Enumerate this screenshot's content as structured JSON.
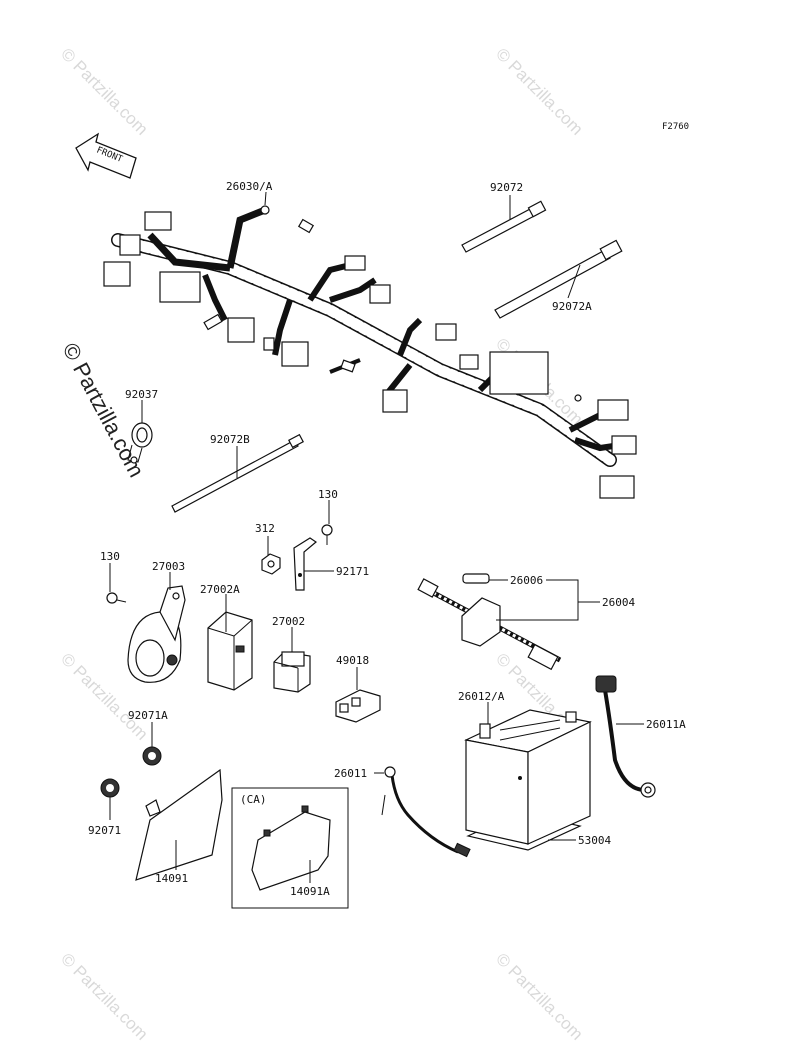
{
  "figure_code": "F2760",
  "front_label": "FRONT",
  "watermark": "© Partzilla.com",
  "group_label": "(CA)",
  "callouts": {
    "harness": "26030/A",
    "band": "92072",
    "band_a": "92072A",
    "clamp": "92037",
    "band_b": "92072B",
    "bolt_top": "130",
    "nut": "312",
    "bracket": "92171",
    "bolt_left": "130",
    "horn": "27003",
    "relay_a": "27002A",
    "relay": "27002",
    "connector": "49018",
    "fuse": "26006",
    "fuse_holder": "26004",
    "battery": "26012/A",
    "battery_cable_pos": "26011A",
    "battery_cable": "26011",
    "battery_pad": "53004",
    "grommet_a": "92071A",
    "grommet": "92071",
    "cover": "14091",
    "cover_a": "14091A"
  }
}
